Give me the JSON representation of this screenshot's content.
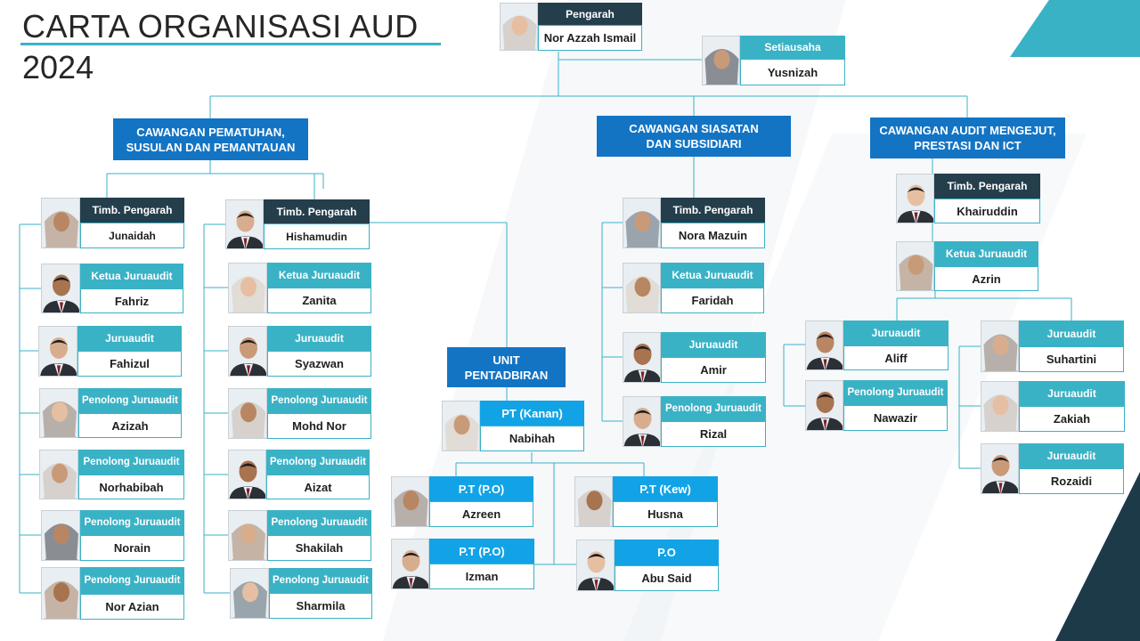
{
  "title": {
    "line1": "CARTA ORGANISASI AUD",
    "line2": "2024"
  },
  "colors": {
    "role_dark": "#243e4c",
    "role_teal": "#3ab2c6",
    "role_blue": "#12a3e6",
    "department": "#1374c4",
    "connector": "#3ab2c6",
    "accent_dark": "#1d3a48"
  },
  "top": {
    "director": {
      "role": "Pengarah",
      "name": "Nor Azzah Ismail"
    },
    "secretary": {
      "role": "Setiausaha",
      "name": "Yusnizah"
    }
  },
  "departments": {
    "compliance": "CAWANGAN PEMATUHAN, SUSULAN DAN PEMANTAUAN",
    "investigation": "CAWANGAN SIASATAN DAN SUBSIDIARI",
    "audit": "CAWANGAN AUDIT MENGEJUT, PRESTASI DAN ICT",
    "admin": "UNIT PENTADBIRAN"
  },
  "compliance_a": [
    {
      "role": "Timb. Pengarah",
      "name": "Junaidah"
    },
    {
      "role": "Ketua Juruaudit",
      "name": "Fahriz"
    },
    {
      "role": "Juruaudit",
      "name": "Fahizul"
    },
    {
      "role": "Penolong Juruaudit",
      "name": "Azizah"
    },
    {
      "role": "Penolong Juruaudit",
      "name": "Norhabibah"
    },
    {
      "role": "Penolong Juruaudit",
      "name": "Norain"
    },
    {
      "role": "Penolong Juruaudit",
      "name": "Nor Azian"
    }
  ],
  "compliance_b": [
    {
      "role": "Timb. Pengarah",
      "name": "Hishamudin"
    },
    {
      "role": "Ketua Juruaudit",
      "name": "Zanita"
    },
    {
      "role": "Juruaudit",
      "name": "Syazwan"
    },
    {
      "role": "Penolong Juruaudit",
      "name": "Mohd Nor"
    },
    {
      "role": "Penolong Juruaudit",
      "name": "Aizat"
    },
    {
      "role": "Penolong Juruaudit",
      "name": "Shakilah"
    },
    {
      "role": "Penolong Juruaudit",
      "name": "Sharmila"
    }
  ],
  "admin": [
    {
      "role": "PT (Kanan)",
      "name": "Nabihah"
    },
    {
      "role": "P.T (P.O)",
      "name": "Azreen"
    },
    {
      "role": "P.T (Kew)",
      "name": "Husna"
    },
    {
      "role": "P.T (P.O)",
      "name": "Izman"
    },
    {
      "role": "P.O",
      "name": "Abu Said"
    }
  ],
  "investigation": [
    {
      "role": "Timb. Pengarah",
      "name": "Nora Mazuin"
    },
    {
      "role": "Ketua Juruaudit",
      "name": "Faridah"
    },
    {
      "role": "Juruaudit",
      "name": "Amir"
    },
    {
      "role": "Penolong Juruaudit",
      "name": "Rizal"
    }
  ],
  "audit": [
    {
      "role": "Timb. Pengarah",
      "name": "Khairuddin"
    },
    {
      "role": "Ketua Juruaudit",
      "name": "Azrin"
    },
    {
      "role": "Juruaudit",
      "name": "Aliff"
    },
    {
      "role": "Penolong Juruaudit",
      "name": "Nawazir"
    },
    {
      "role": "Juruaudit",
      "name": "Suhartini"
    },
    {
      "role": "Juruaudit",
      "name": "Zakiah"
    },
    {
      "role": "Juruaudit",
      "name": "Rozaidi"
    }
  ]
}
